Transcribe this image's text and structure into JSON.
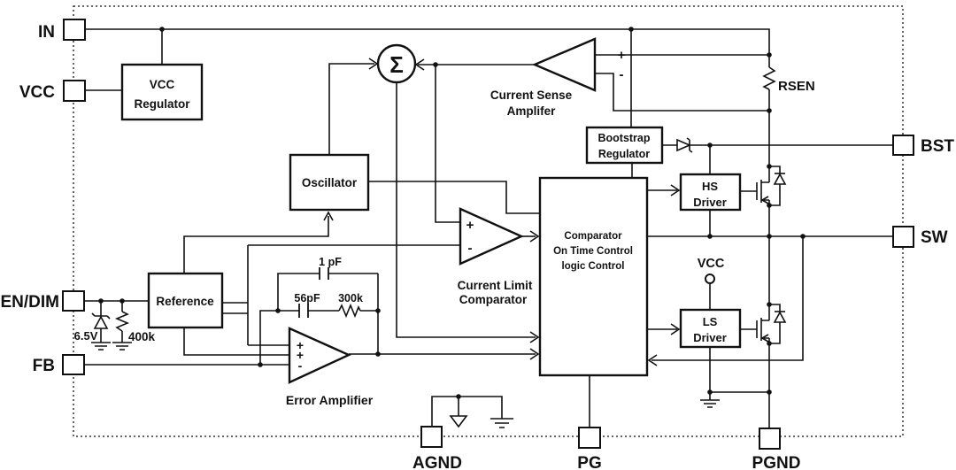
{
  "pins": {
    "in": "IN",
    "vcc": "VCC",
    "en_dim": "EN/DIM",
    "fb": "FB",
    "agnd": "AGND",
    "pg": "PG",
    "pgnd": "PGND",
    "bst": "BST",
    "sw": "SW"
  },
  "blocks": {
    "vcc_regulator_l1": "VCC",
    "vcc_regulator_l2": "Regulator",
    "oscillator": "Oscillator",
    "reference": "Reference",
    "bootstrap_l1": "Bootstrap",
    "bootstrap_l2": "Regulator",
    "hs_driver_l1": "HS",
    "hs_driver_l2": "Driver",
    "ls_driver_l1": "LS",
    "ls_driver_l2": "Driver",
    "control_l1": "Comparator",
    "control_l2": "On Time Control",
    "control_l3": "logic Control"
  },
  "amps": {
    "current_sense_l1": "Current Sense",
    "current_sense_l2": "Amplifer",
    "current_limit_l1": "Current Limit",
    "current_limit_l2": "Comparator",
    "error": "Error Amplifier"
  },
  "labels": {
    "rsen": "RSEN",
    "zener": "6.5V",
    "pulldown": "400k",
    "cap1": "1 pF",
    "cap2": "56pF",
    "res1": "300k",
    "vcc_node": "VCC",
    "sigma": "Σ",
    "plus": "+",
    "minus": "-"
  },
  "colors": {
    "line": "#111111",
    "background": "#ffffff"
  }
}
